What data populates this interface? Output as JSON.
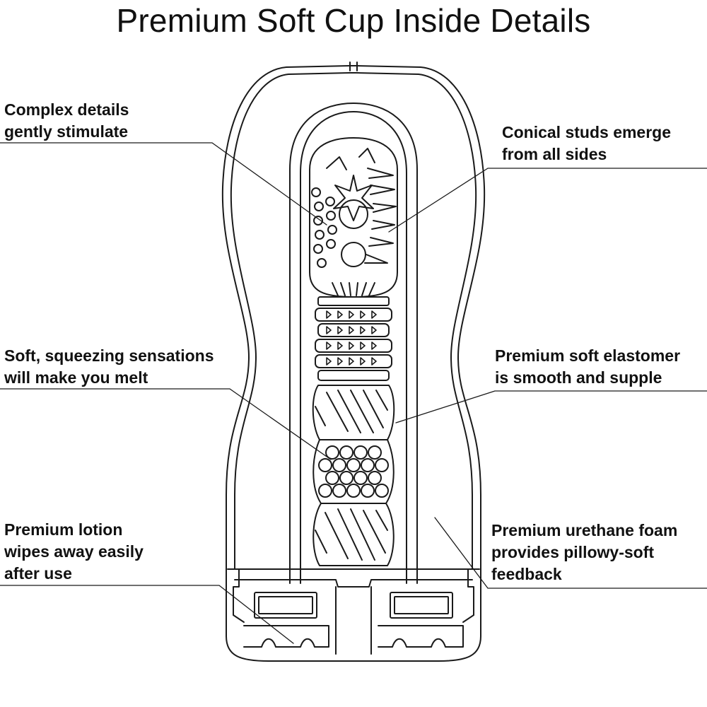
{
  "title": "Premium Soft Cup Inside Details",
  "callouts": {
    "complex_details": [
      "Complex details",
      "gently stimulate"
    ],
    "conical_studs": [
      "Conical studs emerge",
      "from all sides"
    ],
    "soft_squeezing": [
      "Soft, squeezing sensations",
      "will make you melt"
    ],
    "soft_elastomer": [
      "Premium soft elastomer",
      "is smooth and supple"
    ],
    "lotion": [
      "Premium lotion",
      "wipes away easily",
      "after use"
    ],
    "urethane_foam": [
      "Premium urethane foam",
      "provides pillowy-soft",
      "feedback"
    ]
  },
  "colors": {
    "line": "#1a1a1a",
    "background": "#ffffff"
  }
}
